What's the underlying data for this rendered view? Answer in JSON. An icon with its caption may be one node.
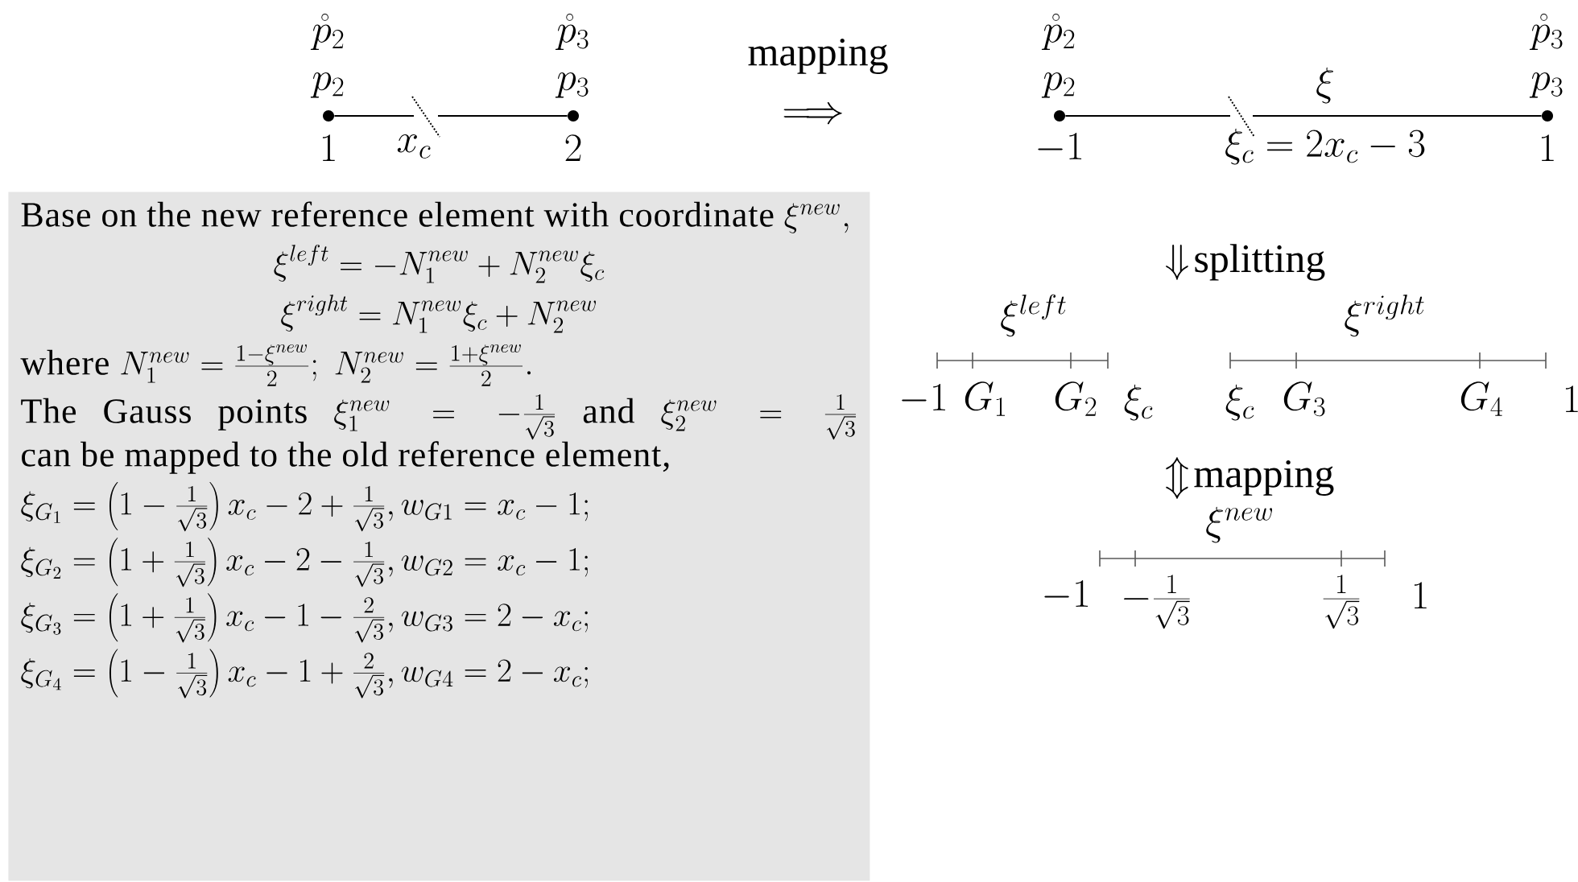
{
  "diagram": {
    "nodes": [
      {
        "text": [
          "Base on the new reference element with coordinate",
          "\\xi^{new},",
          "\\xi^{left} = -N_1^{new} + N_2^{new}\\xi_c",
          "\\xi^{right} = N_1^{new}\\xi_c + N_2^{new}",
          "where",
          "N_1^{new} = \\frac{1-\\xi^{new}}{2};\\ N_2^{new} = \\frac{1+\\xi^{new}}{2}.",
          "The Gauss points",
          "\\xi_1^{new} = -\\frac{1}{\\sqrt{3}}",
          "and",
          "\\xi_2^{new} = \\frac{1}{\\sqrt{3}}",
          "can be mapped to the old reference element,",
          "\\xi_{G_1} = \\left(1-\\frac{1}{\\sqrt{3}}\\right)x_c - 2 + \\frac{1}{\\sqrt{3}}, w_{G1} = x_c - 1;",
          "\\xi_{G_2} = \\left(1+\\frac{1}{\\sqrt{3}}\\right)x_c - 2 - \\frac{1}{\\sqrt{3}}, w_{G2} = x_c - 1;",
          "\\xi_{G_3} = \\left(1+\\frac{1}{\\sqrt{3}}\\right)x_c - 1 - \\frac{2}{\\sqrt{3}}, w_{G3} = 2 - x_c;",
          "\\xi_{G_4} = \\left(1-\\frac{1}{\\sqrt{3}}\\right)x_c - 1 + \\frac{2}{\\sqrt{3}}, w_{G4} = 2 - x_c;"
        ]
      },
      {
        "text": [],
        "shape": "circle",
        "beside": [
          "\\mathring{p}_2",
          "p_2",
          "1"
        ]
      },
      {
        "text": [],
        "shape": "circle",
        "beside": [
          "\\mathring{p}_3",
          "p_3",
          "2"
        ]
      },
      {
        "text": [],
        "shape": "circle",
        "beside": [
          "\\mathring{p}_2",
          "p_2",
          "-1"
        ]
      },
      {
        "text": [],
        "shape": "circle",
        "beside": [
          "\\mathring{p}_3",
          "p_3",
          "1"
        ]
      }
    ],
    "edges": [
      {
        "from": 1,
        "to": 2,
        "arrow": "none",
        "label": "x_c"
      },
      {
        "from": 3,
        "to": 4,
        "arrow": "none",
        "label": "\\xi"
      }
    ],
    "labels": [
      "mapping",
      "\\Longrightarrow",
      "\\xi_c = 2x_c - 3",
      "\\Downarrow",
      "splitting",
      "\\xi^{left}",
      "\\xi^{right}",
      "-1",
      "G_1",
      "G_2",
      "\\xi_c",
      "\\xi_c",
      "G_3",
      "G_4",
      "1",
      "\\Updownarrow",
      "mapping",
      "\\xi^{new}",
      "-1",
      "-\\frac{1}{\\sqrt{3}}",
      "\\frac{1}{\\sqrt{3}}",
      "1"
    ]
  }
}
